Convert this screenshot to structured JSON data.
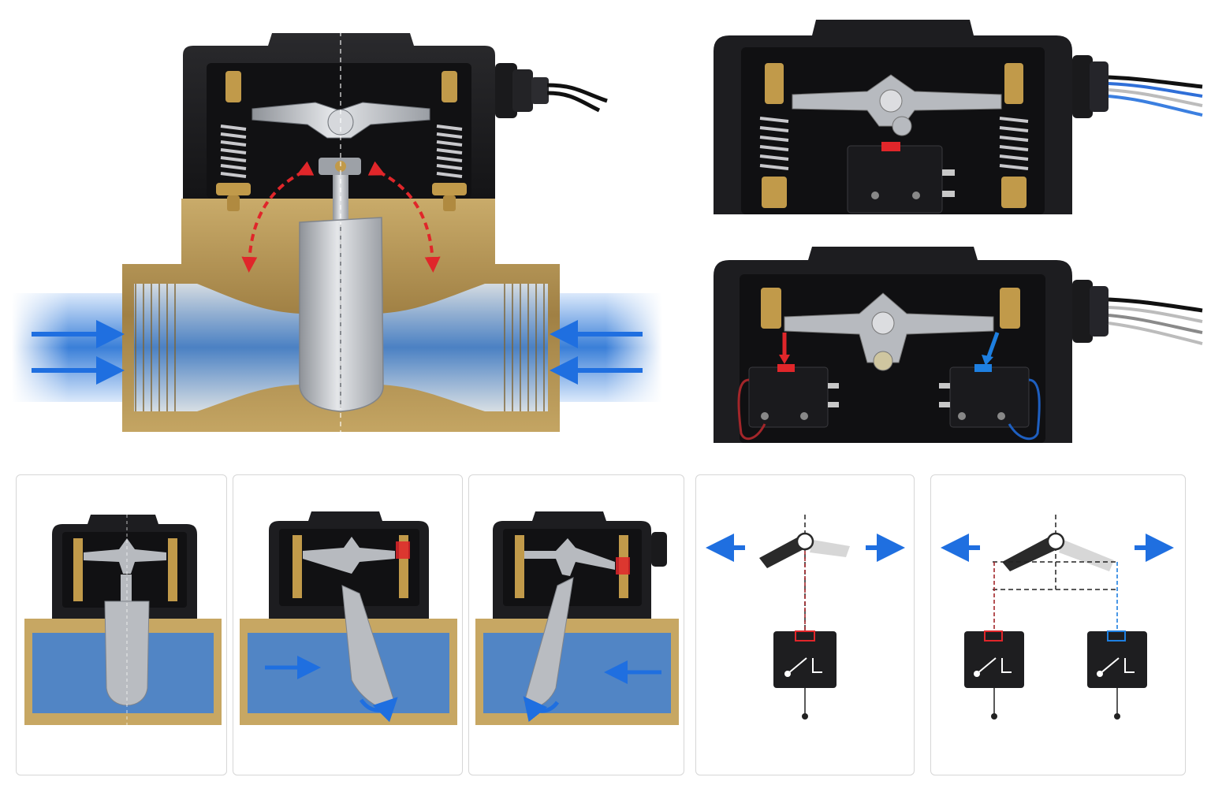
{
  "figure": {
    "kind": "flow switch cutaway illustration",
    "texts": []
  },
  "colors": {
    "housing": "#1e1e20",
    "brass": "#a88a4a",
    "steel": "#b9bcc1",
    "water": "#2f78d6",
    "flow_arrow": "#1f6fe0",
    "red_accent": "#e0262a",
    "blue_accent": "#1e7fe0",
    "panel_border": "#d6d6d6"
  },
  "icons": {
    "main": "paddle-flow-switch-cutaway",
    "detail_single": "single-microswitch-detail",
    "detail_double": "double-microswitch-detail",
    "states": [
      "no-flow-state",
      "flow-left-to-right-state",
      "flow-right-to-left-state"
    ],
    "schematics": [
      "spdt-switch-schematic",
      "dual-switch-schematic"
    ]
  }
}
